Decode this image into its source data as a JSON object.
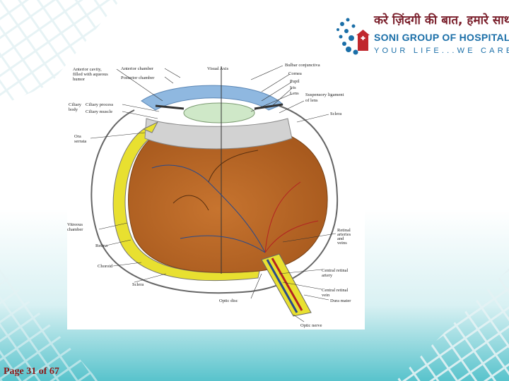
{
  "logo": {
    "hindi_tagline": "करे ज़िंदगी की बात, हमारे साथ",
    "name": "SONI GROUP OF HOSPITALS",
    "tagline": "YOUR LIFE...WE CARE!"
  },
  "labels": {
    "anterior_cavity": "Anterior cavity,",
    "anterior_cavity_2": "filled with aqueous",
    "anterior_cavity_3": "humor",
    "anterior_chamber": "Anterior chamber",
    "posterior_chamber": "Posterior chamber",
    "ciliary_body": "Ciliary",
    "ciliary_body_2": "body",
    "ciliary_process": "Ciliary process",
    "ciliary_muscle": "Ciliary muscle",
    "ora_serrata": "Ora",
    "ora_serrata_2": "serrata",
    "visual_axis": "Visual Axis",
    "bulbar_conjunctiva": "Bulbar conjunctiva",
    "cornea": "Cornea",
    "pupil": "Pupil",
    "iris": "Iris",
    "lens": "Lens",
    "suspensory": "Suspensory ligament",
    "suspensory_2": "of lens",
    "sclera_top": "Sclera",
    "vitreous": "Vitreous",
    "vitreous_2": "chamber",
    "retina": "Retina",
    "choroid": "Choroid",
    "sclera_bottom": "Sclera",
    "retinal_vessels": "Retinal",
    "retinal_vessels_2": "arteries",
    "retinal_vessels_3": "and",
    "retinal_vessels_4": "veins",
    "central_artery": "Central retinal",
    "central_artery_2": "artery",
    "central_vein": "Central retinal",
    "central_vein_2": "vein",
    "optic_disc": "Optic disc",
    "dura_mater": "Dura mater",
    "optic_nerve": "Optic nerve"
  },
  "footer": {
    "page_label": "Page 31 of 67"
  }
}
